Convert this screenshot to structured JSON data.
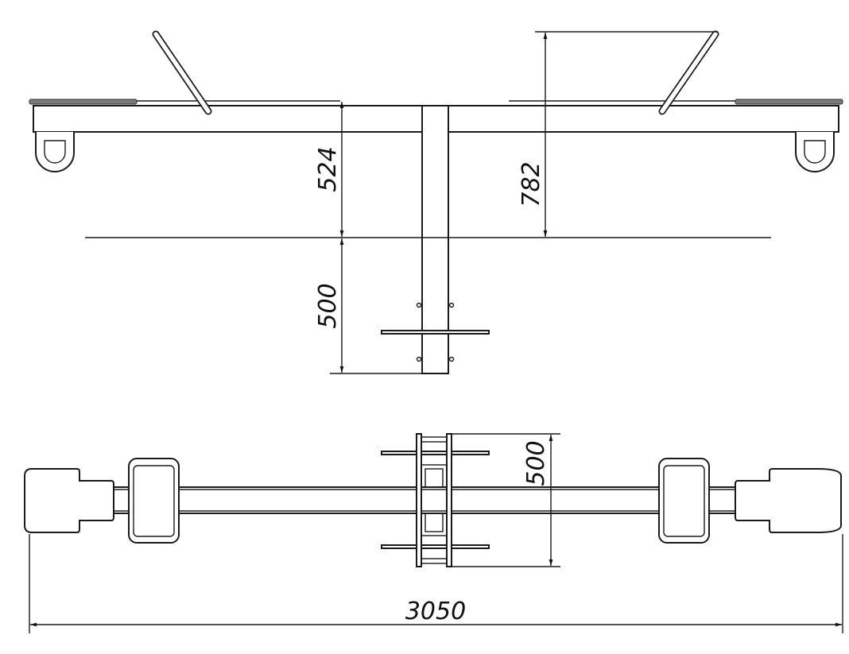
{
  "title": "Seesaw technical drawing",
  "dimensions": {
    "seat_height": "524",
    "foundation_depth": "500",
    "handle_height": "782",
    "base_width": "500",
    "overall_length": "3050"
  },
  "colors": {
    "line": "#1a1a1a",
    "pad": "#7a7a7a"
  }
}
